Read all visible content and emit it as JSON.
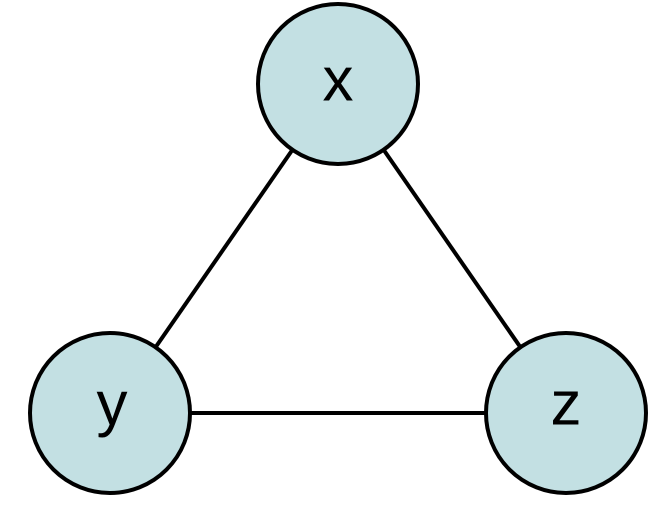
{
  "graph": {
    "node_fill": "#c3e0e3",
    "edge_color": "#000000",
    "nodes": [
      {
        "id": "x",
        "label": "x"
      },
      {
        "id": "y",
        "label": "y"
      },
      {
        "id": "z",
        "label": "z"
      }
    ],
    "edges": [
      {
        "from": "x",
        "to": "y"
      },
      {
        "from": "x",
        "to": "z"
      },
      {
        "from": "y",
        "to": "z"
      }
    ]
  }
}
